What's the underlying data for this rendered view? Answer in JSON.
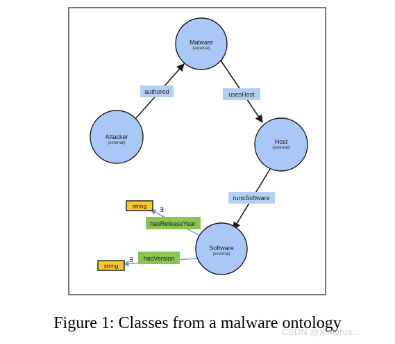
{
  "colors": {
    "class_fill": "#a9c8f7",
    "class_stroke": "#1a1a1a",
    "object_property_fill": "#b3d0f3",
    "data_property_fill": "#8ac453",
    "datatype_fill": "#fcc631",
    "frame_stroke": "#1a1a1a"
  },
  "classes": {
    "malware": {
      "name": "Malware",
      "note": "(external)"
    },
    "attacker": {
      "name": "Attacker",
      "note": "(external)"
    },
    "host": {
      "name": "Host",
      "note": "(external)"
    },
    "software": {
      "name": "Software",
      "note": "(external)"
    }
  },
  "properties": {
    "authored": "authored",
    "uses_host": "usesHost",
    "runs_software": "runsSoftware",
    "has_release_year": "hasReleaseYear",
    "has_version": "hasVersion"
  },
  "datatypes": {
    "release_year_type": "string",
    "version_type": "string"
  },
  "exists_symbol": "∃",
  "caption": "Figure 1: Classes from a malware ontology",
  "watermark": "CSDN @Xsaurus..."
}
